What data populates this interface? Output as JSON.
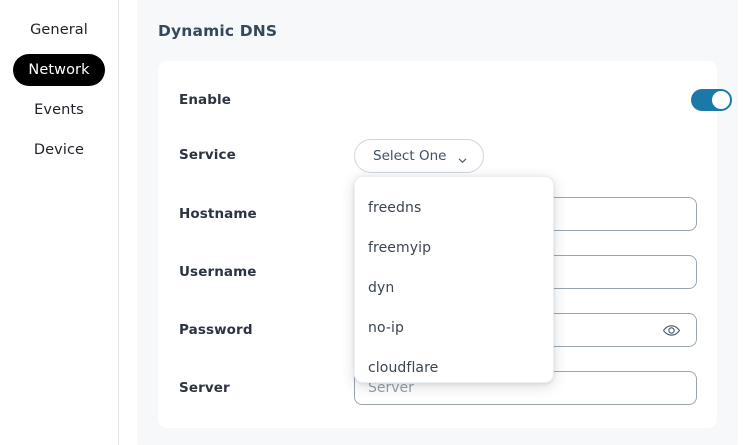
{
  "sidebar": {
    "items": [
      {
        "label": "General",
        "active": false
      },
      {
        "label": "Network",
        "active": true
      },
      {
        "label": "Events",
        "active": false
      },
      {
        "label": "Device",
        "active": false
      }
    ]
  },
  "panel": {
    "title": "Dynamic DNS"
  },
  "form": {
    "enable": {
      "label": "Enable",
      "toggle_on": true
    },
    "service": {
      "label": "Service",
      "selected": "Select One",
      "chevron_icon": "chevron-down-icon"
    },
    "hostname": {
      "label": "Hostname",
      "value": "",
      "placeholder": ""
    },
    "username": {
      "label": "Username",
      "value": "",
      "placeholder": ""
    },
    "password": {
      "label": "Password",
      "value": "",
      "placeholder": "",
      "reveal_icon": "eye-icon"
    },
    "server": {
      "label": "Server",
      "value": "",
      "placeholder": "Server"
    }
  },
  "dropdown": {
    "open": true,
    "options": [
      {
        "label": "freedns"
      },
      {
        "label": "freemyip"
      },
      {
        "label": "dyn"
      },
      {
        "label": "no-ip"
      },
      {
        "label": "cloudflare"
      }
    ]
  },
  "colors": {
    "toggle_on": "#1b79a8",
    "active_nav_bg": "#000000",
    "panel_bg": "#f7f8fa",
    "title_text": "#35495e",
    "input_border": "#9aa4b0"
  }
}
